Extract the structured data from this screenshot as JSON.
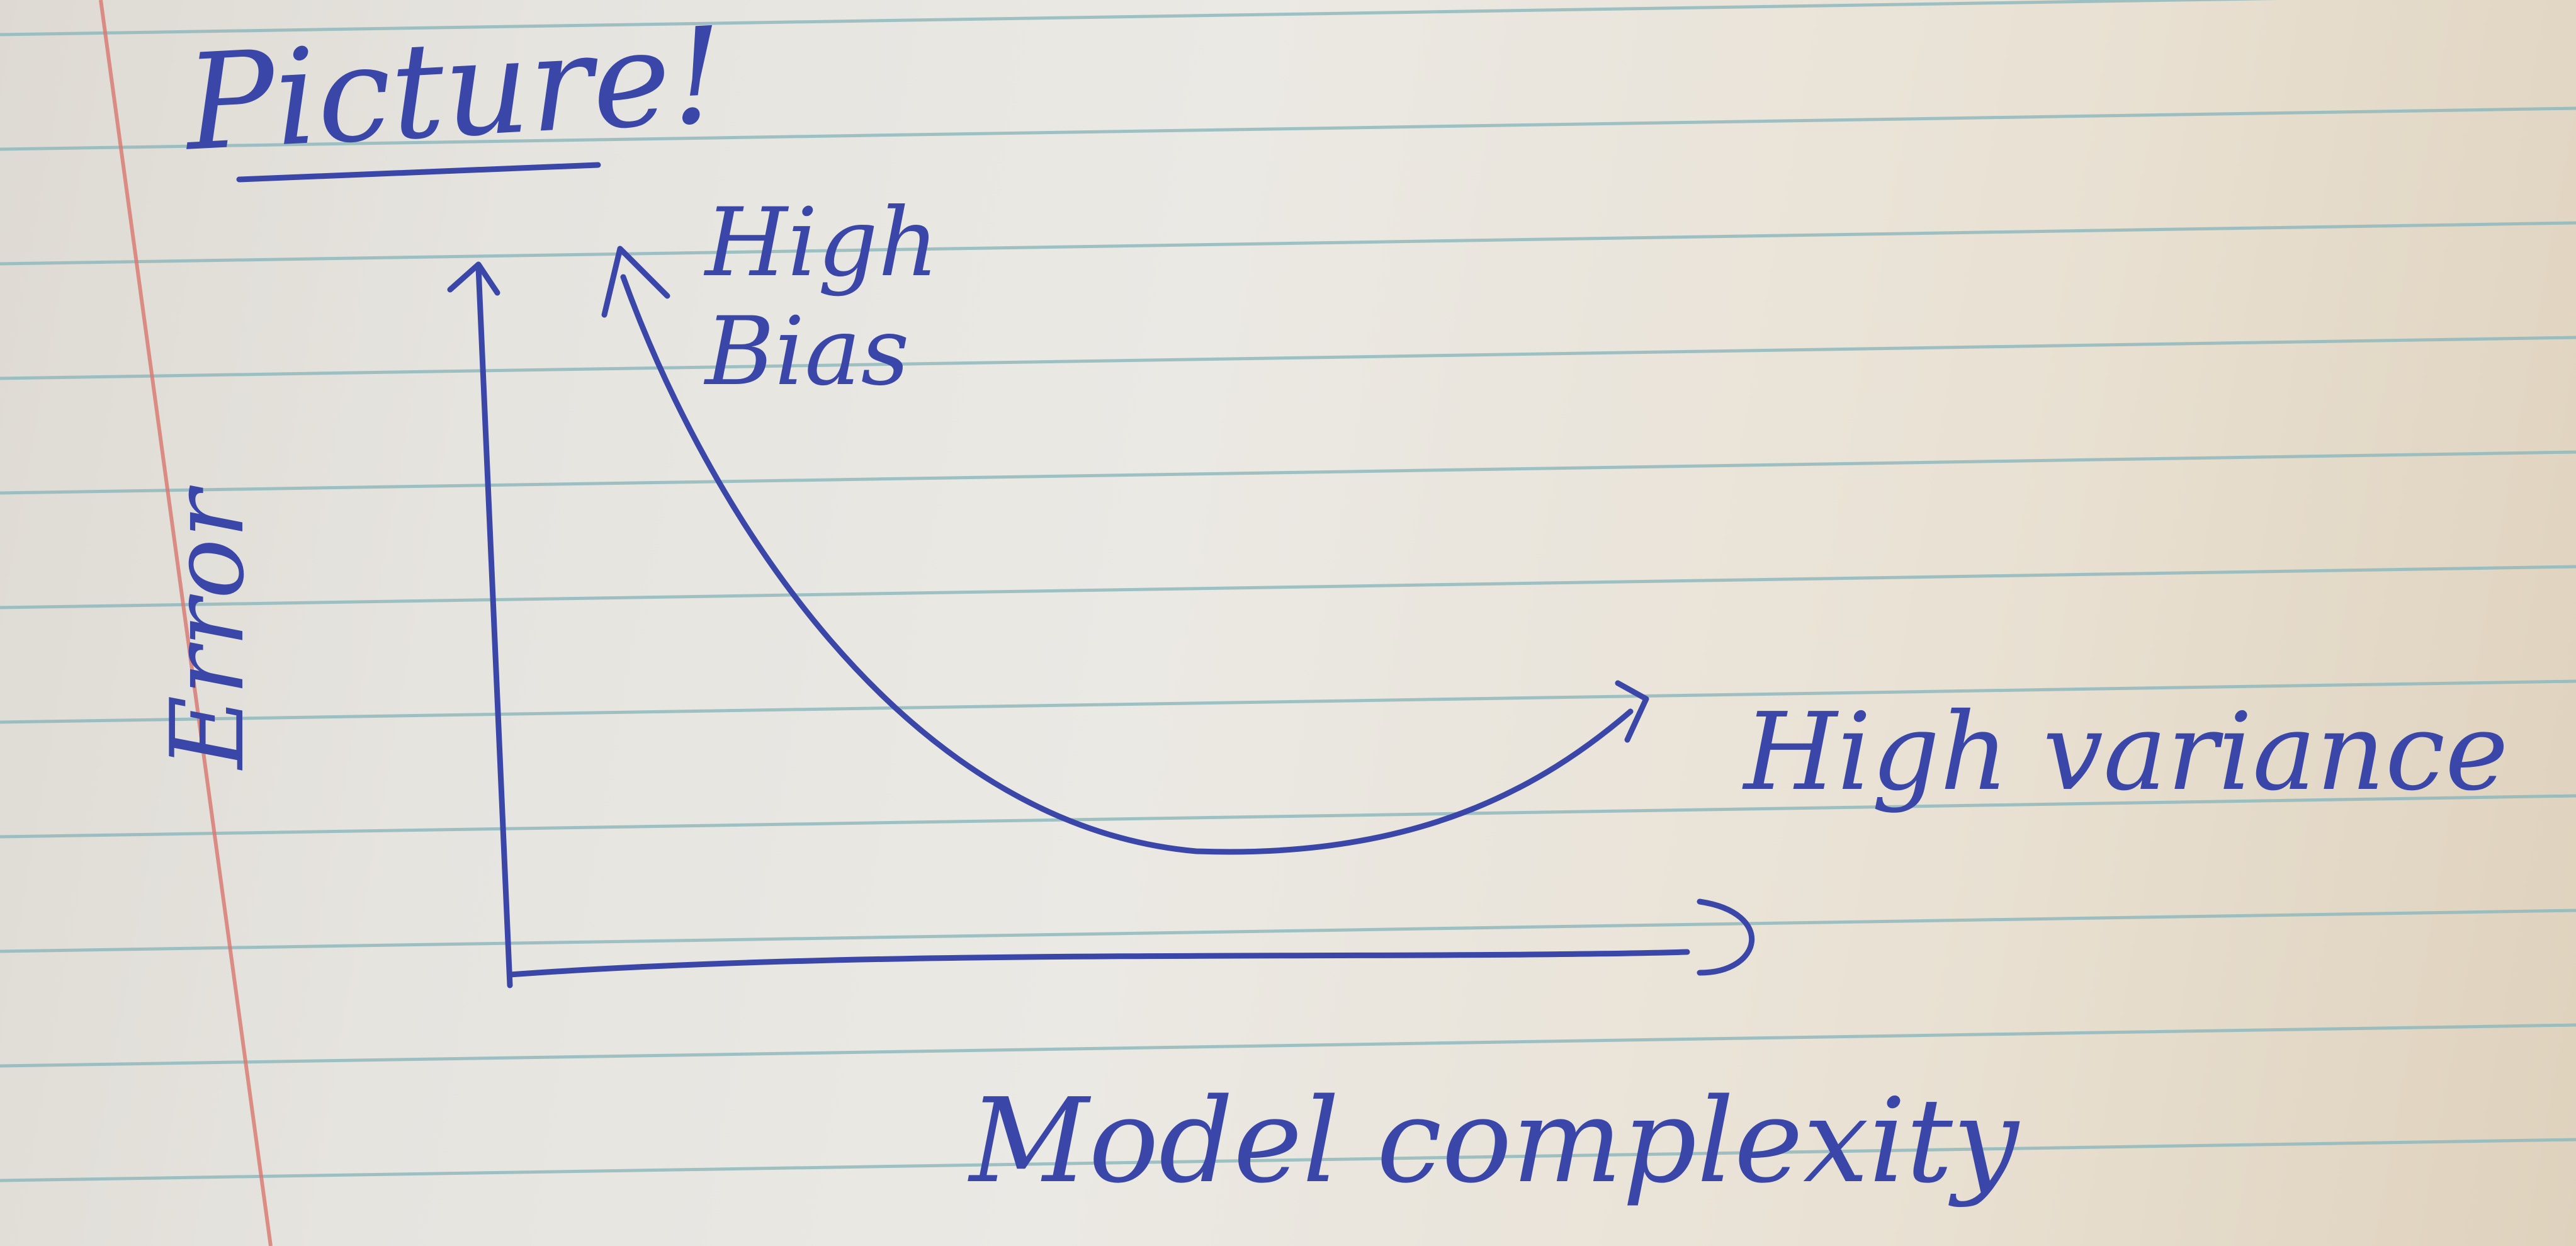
{
  "diagram": {
    "title": "Picture!",
    "y_axis_label": "Error",
    "x_axis_label": "Model complexity",
    "annotations": {
      "high_bias": "High Bias",
      "high_variance": "High variance"
    }
  },
  "colors": {
    "ink": "#3a47a8",
    "rule_lines": "#8fb8bd",
    "margin_line": "#d9786f",
    "paper": "#e8e5df"
  }
}
